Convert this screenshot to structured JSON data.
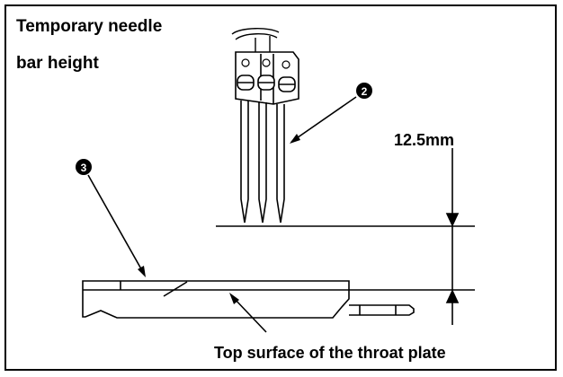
{
  "diagram": {
    "title_line1": "Temporary needle",
    "title_line2": "bar height",
    "dimension_label": "12.5mm",
    "bottom_label": "Top surface of the throat plate",
    "callout_2": "❷",
    "callout_3": "❸"
  }
}
